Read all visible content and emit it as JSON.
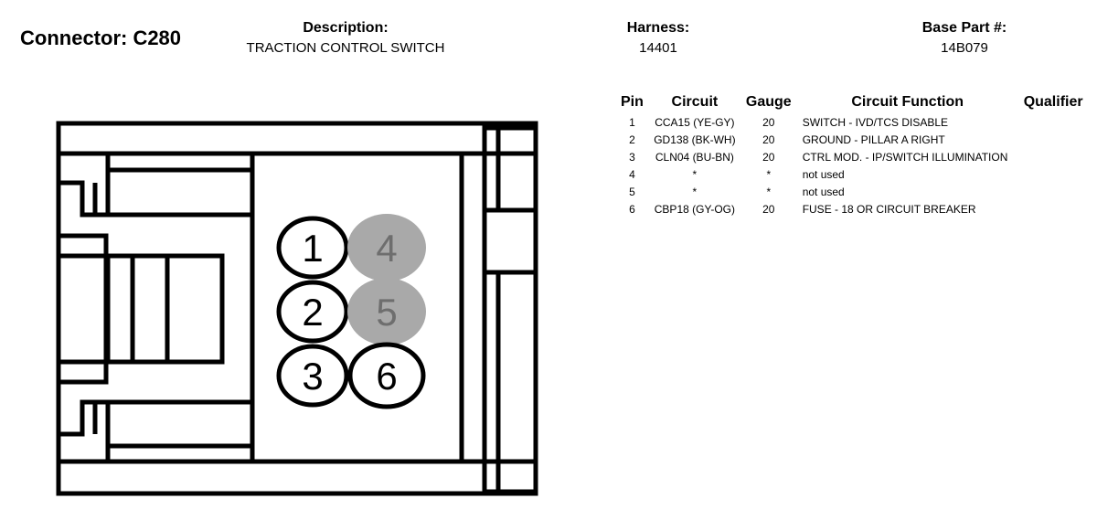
{
  "header": {
    "connector": "Connector: C280",
    "description_label": "Description:",
    "description_value": "TRACTION CONTROL SWITCH",
    "harness_label": "Harness:",
    "harness_value": "14401",
    "base_part_label": "Base Part #:",
    "base_part_value": "14B079"
  },
  "table": {
    "columns": [
      "Pin",
      "Circuit",
      "Gauge",
      "Circuit Function",
      "Qualifier"
    ],
    "rows": [
      {
        "pin": "1",
        "circuit": "CCA15 (YE-GY)",
        "gauge": "20",
        "function": "SWITCH - IVD/TCS DISABLE",
        "qualifier": ""
      },
      {
        "pin": "2",
        "circuit": "GD138 (BK-WH)",
        "gauge": "20",
        "function": "GROUND - PILLAR A RIGHT",
        "qualifier": ""
      },
      {
        "pin": "3",
        "circuit": "CLN04 (BU-BN)",
        "gauge": "20",
        "function": "CTRL MOD. - IP/SWITCH ILLUMINATION",
        "qualifier": ""
      },
      {
        "pin": "4",
        "circuit": "*",
        "gauge": "*",
        "function": "not used",
        "qualifier": ""
      },
      {
        "pin": "5",
        "circuit": "*",
        "gauge": "*",
        "function": "not used",
        "qualifier": ""
      },
      {
        "pin": "6",
        "circuit": "CBP18 (GY-OG)",
        "gauge": "20",
        "function": "FUSE - 18 OR CIRCUIT BREAKER",
        "qualifier": ""
      }
    ]
  },
  "diagram": {
    "pins": [
      {
        "label": "1",
        "used": true
      },
      {
        "label": "2",
        "used": true
      },
      {
        "label": "3",
        "used": true
      },
      {
        "label": "4",
        "used": false
      },
      {
        "label": "5",
        "used": false
      },
      {
        "label": "6",
        "used": true
      }
    ],
    "colors": {
      "unused_fill": "#a9a9a9",
      "unused_text": "#6e6e6e",
      "used_fill": "#ffffff",
      "outline": "#000000"
    }
  }
}
